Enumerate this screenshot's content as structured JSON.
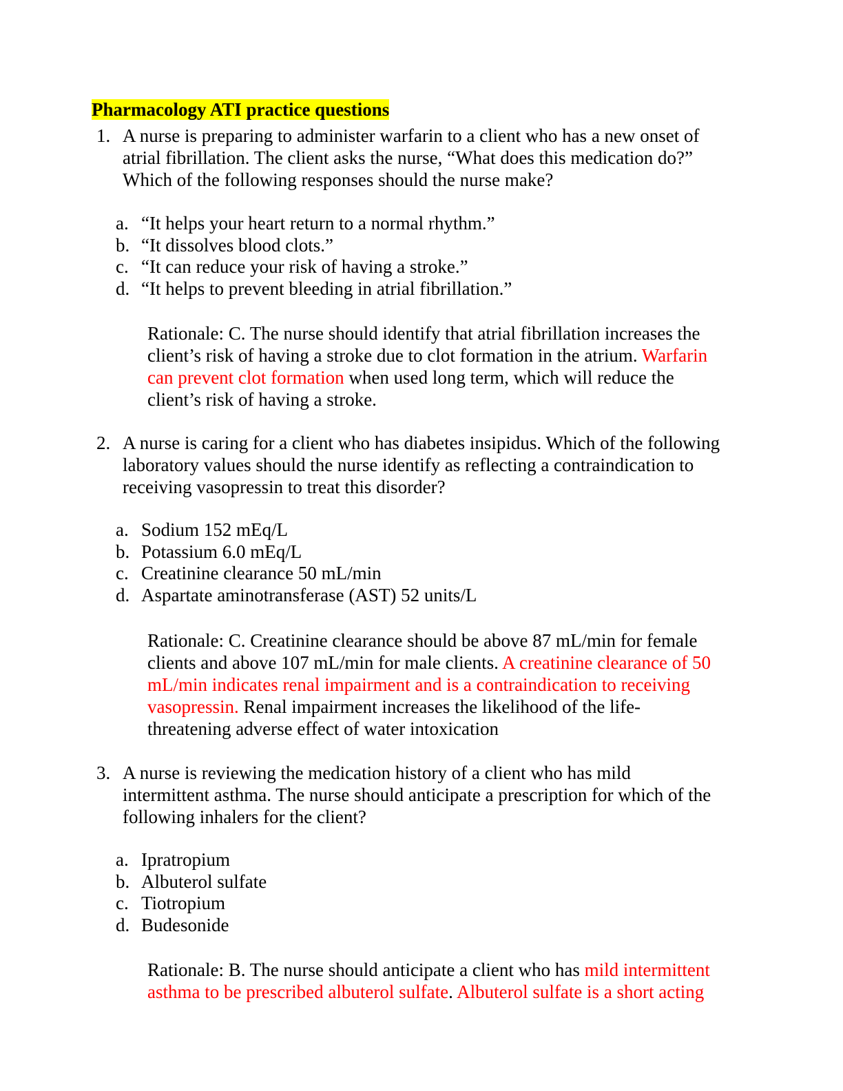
{
  "title": "Pharmacology ATI practice questions",
  "q1": {
    "number": "1.",
    "line1": "A nurse is preparing to administer warfarin to a client who has a new onset of",
    "line2": "atrial fibrillation. The client asks the nurse, “What does this medication do?”",
    "line3": "Which of the following responses should the nurse make?",
    "options": [
      {
        "letter": "a.",
        "text": "“It helps your heart return to a normal rhythm.”"
      },
      {
        "letter": "b.",
        "text": "“It dissolves blood clots.”"
      },
      {
        "letter": "c.",
        "text": "“It can reduce your risk of having a stroke.”"
      },
      {
        "letter": "d.",
        "text": "“It helps to prevent bleeding in atrial fibrillation.”"
      }
    ],
    "r_line1": "Rationale: C. The nurse should identify that atrial fibrillation increases the",
    "r_line2_black": "client’s risk of having a stroke due to clot formation in the atrium. ",
    "r_line2_red": "Warfarin",
    "r_line3_red": "can prevent clot formation",
    "r_line3_black": " when used long term, which will reduce the",
    "r_line4": "client’s risk of having a stroke."
  },
  "q2": {
    "number": "2.",
    "line1": "A nurse is caring for a client who has diabetes insipidus. Which of the following",
    "line2": "laboratory values should the nurse identify as reflecting a contraindication to",
    "line3": "receiving vasopressin to treat this disorder?",
    "options": [
      {
        "letter": "a.",
        "text": "Sodium 152 mEq/L"
      },
      {
        "letter": "b.",
        "text": "Potassium 6.0 mEq/L"
      },
      {
        "letter": "c.",
        "text": "Creatinine clearance 50 mL/min"
      },
      {
        "letter": "d.",
        "text": "Aspartate aminotransferase (AST) 52 units/L"
      }
    ],
    "r_line1": "Rationale: C. Creatinine clearance should be above 87 mL/min for female",
    "r_line2_black": "clients and above 107 mL/min for male clients. ",
    "r_line2_red": "A creatinine clearance of 50",
    "r_line3_red": "mL/min indicates renal impairment and is a contraindication to receiving",
    "r_line4_red": "vasopressin.",
    "r_line4_black": " Renal impairment increases the likelihood of the life-",
    "r_line5": "threatening adverse effect of water intoxication"
  },
  "q3": {
    "number": "3.",
    "line1": "A nurse is reviewing the medication history of a client who has mild",
    "line2": "intermittent asthma. The nurse should anticipate a prescription for which of the",
    "line3": "following inhalers for the client?",
    "options": [
      {
        "letter": "a.",
        "text": "Ipratropium"
      },
      {
        "letter": "b.",
        "text": "Albuterol sulfate"
      },
      {
        "letter": "c.",
        "text": "Tiotropium"
      },
      {
        "letter": "d.",
        "text": "Budesonide"
      }
    ],
    "r_line1_black": "Rationale: B. The nurse should anticipate a client who has ",
    "r_line1_red": "mild intermittent",
    "r_line2_red": "asthma to be prescribed albuterol sulfate",
    "r_line2_black": ". ",
    "r_line2_red2": "Albuterol sulfate is a short acting"
  }
}
